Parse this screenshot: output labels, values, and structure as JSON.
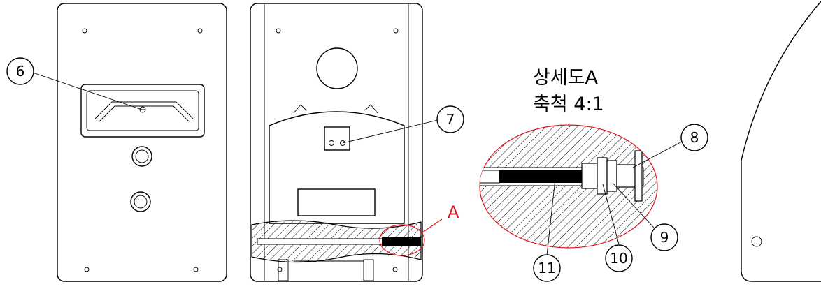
{
  "detail": {
    "title": "상세도A",
    "scale": "축척 4:1"
  },
  "detail_marker": "A",
  "callouts": {
    "c6": "6",
    "c7": "7",
    "c8": "8",
    "c9": "9",
    "c10": "10",
    "c11": "11"
  },
  "colors": {
    "line": "#000000",
    "detail_marker": "#e0141e"
  }
}
